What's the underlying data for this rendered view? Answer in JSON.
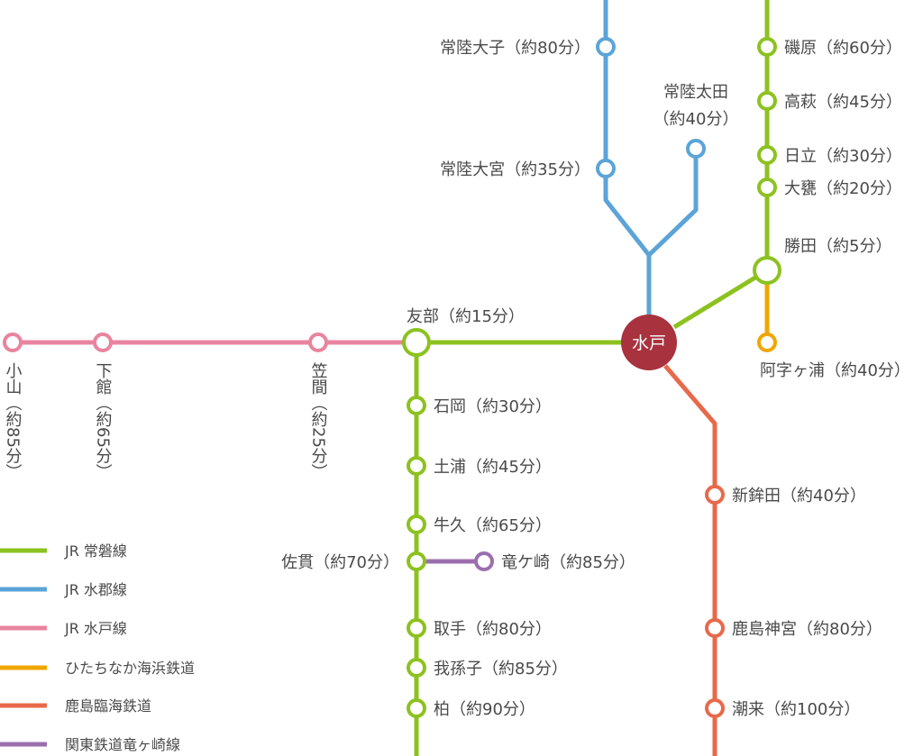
{
  "colors": {
    "joban": "#8cc21f",
    "suigun": "#5ba4d8",
    "mito_line": "#e8849f",
    "hitachinaka": "#f0a600",
    "kashima": "#e8694a",
    "ryugasaki": "#9b6fae",
    "hub": "#a8323e"
  },
  "hub": {
    "label": "水戸"
  },
  "stations": {
    "isohara": "磯原（約60分）",
    "takahagi": "高萩（約45分）",
    "hitachi": "日立（約30分）",
    "omika": "大甕（約20分）",
    "katsuta": "勝田（約5分）",
    "hitachi_daigo": "常陸大子（約80分）",
    "hitachi_omiya": "常陸大宮（約35分）",
    "hitachi_ota_1": "常陸太田",
    "hitachi_ota_2": "（約40分）",
    "ajigaura": "阿字ヶ浦（約40分）",
    "tomobe": "友部（約15分）",
    "oyama": "小山（約85分）",
    "shimodate": "下館（約65分）",
    "kasama": "笠間（約25分）",
    "ishioka": "石岡（約30分）",
    "tsuchiura": "土浦（約45分）",
    "ushiku": "牛久（約65分）",
    "sanuki": "佐貫（約70分）",
    "ryugasaki": "竜ケ崎（約85分）",
    "toride": "取手（約80分）",
    "abiko": "我孫子（約85分）",
    "kashiwa": "柏（約90分）",
    "shinhokota": "新鉾田（約40分）",
    "kashima_jingu": "鹿島神宮（約80分）",
    "itako": "潮来（約100分）"
  },
  "legend": [
    {
      "label": "JR 常磐線"
    },
    {
      "label": "JR 水郡線"
    },
    {
      "label": "JR 水戸線"
    },
    {
      "label": "ひたちなか海浜鉄道"
    },
    {
      "label": "鹿島臨海鉄道"
    },
    {
      "label": "関東鉄道竜ヶ崎線"
    }
  ]
}
